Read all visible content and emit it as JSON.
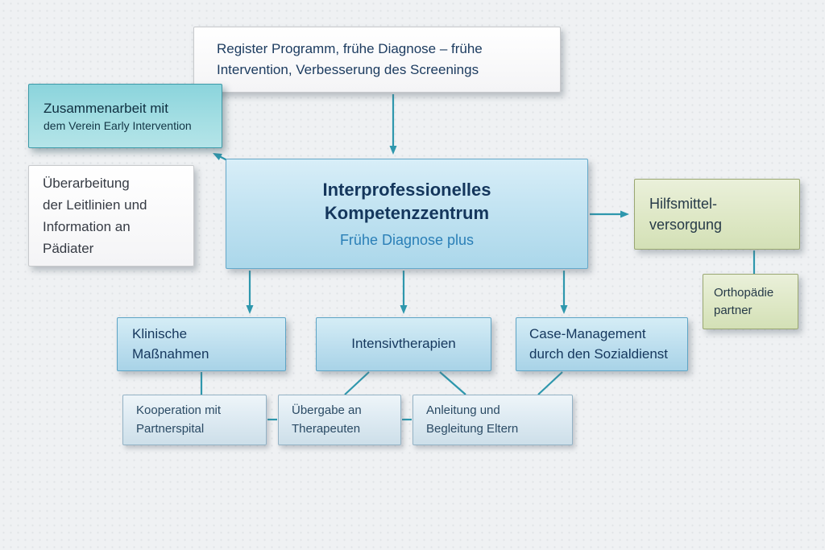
{
  "colors": {
    "arrow": "#2e97ad",
    "teal_box": "#8bd4dc",
    "center_box_top": "#d8eef8",
    "center_box_bottom": "#abd7ea",
    "green_box": "#dde7c4",
    "level3_box": "#ddeaf2",
    "title_text": "#14365c",
    "subtitle_text": "#2a7fb7"
  },
  "boxes": {
    "register": {
      "text": "Register Programm, frühe Diagnose – frühe\nIntervention, Verbesserung des Screenings"
    },
    "zusammenarbeit": {
      "line1": "Zusammenarbeit mit",
      "line2": "dem Verein Early Intervention"
    },
    "leitlinien": {
      "text": "Überarbeitung\nder Leitlinien und\nInformation an\nPädiater"
    },
    "zentrum": {
      "title": "Interprofessionelles\nKompetenzzentrum",
      "subtitle": "Frühe Diagnose plus"
    },
    "hilfsmittel": {
      "text": "Hilfsmittel-\nversorgung"
    },
    "orthopaedie": {
      "text": "Orthopädie\npartner"
    },
    "klinische": {
      "text": "Klinische\nMaßnahmen"
    },
    "intensiv": {
      "text": "Intensivtherapien"
    },
    "case": {
      "text": "Case-Management\ndurch den Sozialdienst"
    },
    "kooperation": {
      "text": "Kooperation mit\nPartnerspital"
    },
    "uebergabe": {
      "text": "Übergabe an\nTherapeuten"
    },
    "anleitung": {
      "text": "Anleitung und\nBegleitung Eltern"
    }
  }
}
